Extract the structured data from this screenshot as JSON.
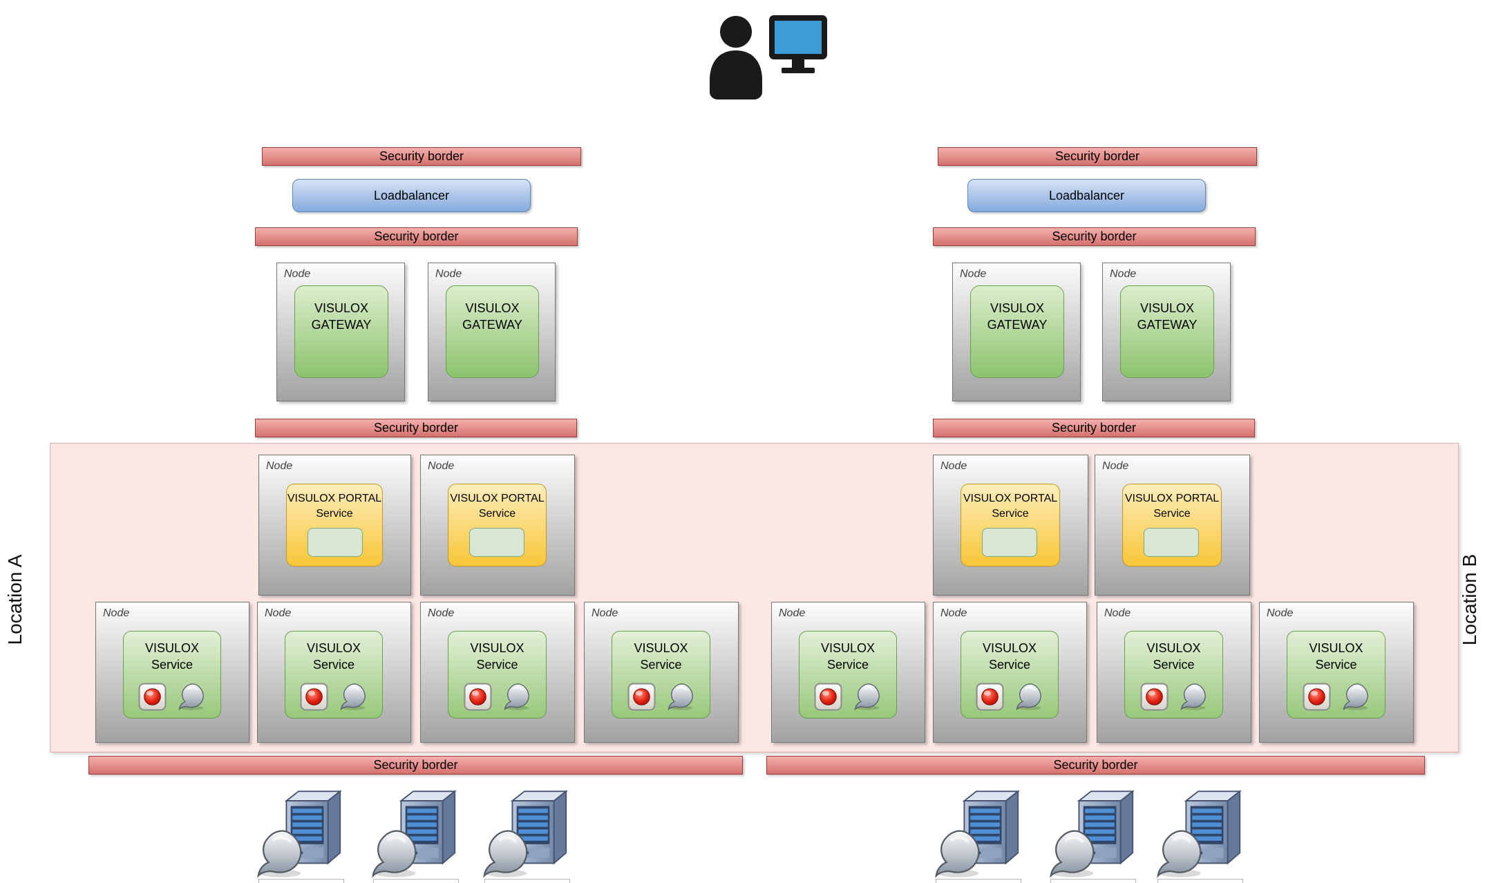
{
  "labels": {
    "security_border": "Security border",
    "loadbalancer": "Loadbalancer",
    "node": "Node",
    "gateway": {
      "line1": "VISULOX",
      "line2": "GATEWAY"
    },
    "portal": {
      "line1": "VISULOX PORTAL",
      "line2": "Service"
    },
    "service": {
      "line1": "VISULOX",
      "line2": "Service"
    },
    "location_a": "Location A",
    "location_b": "Location B"
  },
  "icons": {
    "user_workstation": "person-at-monitor",
    "record_button": "red-record-button",
    "claw": "gray-claw",
    "server": "server-tower-with-claw"
  },
  "colors": {
    "security_border_fill": "#e08884",
    "security_border_edge": "#a03c38",
    "loadbalancer_fill": "#a9c6e8",
    "loadbalancer_edge": "#5b86ba",
    "node_fill": "#c2c2c2",
    "node_edge": "#757575",
    "green_fill": "#9cc97e",
    "green_edge": "#69a04a",
    "yellow_fill": "#f9c93f",
    "yellow_edge": "#c09a25",
    "zone_fill": "#fce7e5",
    "zone_edge": "#e2aca8",
    "monitor_screen": "#3d9bd6"
  }
}
